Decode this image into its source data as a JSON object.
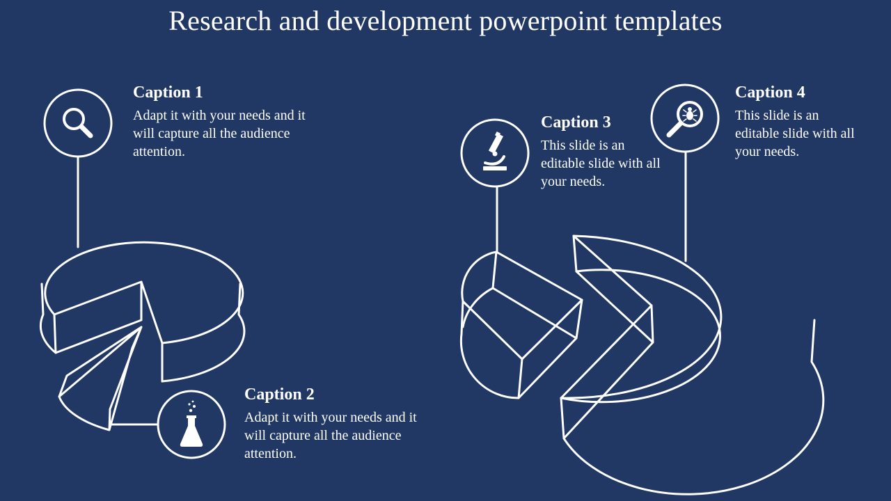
{
  "title": "Research and development powerpoint templates",
  "colors": {
    "background": "#213864",
    "line": "#ffffff"
  },
  "captions": [
    {
      "heading": "Caption 1",
      "body": "Adapt it with your needs and it will capture all the audience attention.",
      "icon": "magnifier-icon"
    },
    {
      "heading": "Caption 2",
      "body": "Adapt it with your needs and it will capture all the audience attention.",
      "icon": "flask-icon"
    },
    {
      "heading": "Caption 3",
      "body": "This slide is an editable slide with all your needs.",
      "icon": "microscope-icon"
    },
    {
      "heading": "Caption 4",
      "body": "This slide is an editable slide with all your needs.",
      "icon": "bug-search-icon"
    }
  ]
}
